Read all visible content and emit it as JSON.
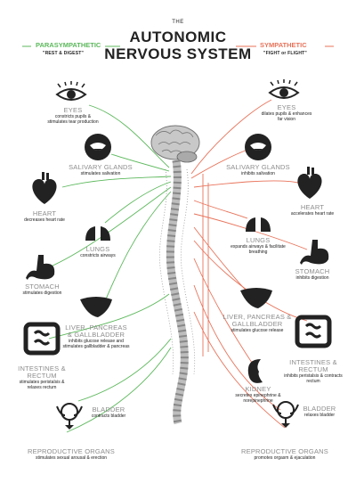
{
  "header": {
    "pre_title": "THE",
    "title_line1": "AUTONOMIC",
    "title_line2": "NERVOUS SYSTEM"
  },
  "parasympathetic": {
    "title": "PARASYMPATHETIC",
    "subtitle": "\"REST & DIGEST\"",
    "color": "#5cb85c",
    "organs": [
      {
        "name": "EYES",
        "desc": "constricts pupils & stimulates tear production",
        "icon": "eye-icon"
      },
      {
        "name": "SALIVARY GLANDS",
        "desc": "stimulates salivation",
        "icon": "mouth-icon"
      },
      {
        "name": "HEART",
        "desc": "decreases heart rate",
        "icon": "heart-icon"
      },
      {
        "name": "LUNGS",
        "desc": "constricts airways",
        "icon": "lungs-icon"
      },
      {
        "name": "STOMACH",
        "desc": "stimulates digestion",
        "icon": "stomach-icon"
      },
      {
        "name": "LIVER, PANCREAS & GALLBLADDER",
        "desc": "inhibits glucose release and stimulates gallbladder & pancreas",
        "icon": "liver-icon"
      },
      {
        "name": "INTESTINES & RECTUM",
        "desc": "stimulates peristalsis & relaxes rectum",
        "icon": "intestines-icon"
      },
      {
        "name": "BLADDER",
        "desc": "contracts bladder",
        "icon": "bladder-icon"
      },
      {
        "name": "REPRODUCTIVE ORGANS",
        "desc": "stimulates sexual arousal & erection",
        "icon": "reproductive-icon"
      }
    ]
  },
  "sympathetic": {
    "title": "SYMPATHETIC",
    "subtitle": "\"FIGHT or FLIGHT\"",
    "color": "#e8735a",
    "organs": [
      {
        "name": "EYES",
        "desc": "dilates pupils & enhances far vision",
        "icon": "eye-icon"
      },
      {
        "name": "SALIVARY GLANDS",
        "desc": "inhibits salivation",
        "icon": "mouth-icon"
      },
      {
        "name": "HEART",
        "desc": "accelerates heart rate",
        "icon": "heart-icon"
      },
      {
        "name": "LUNGS",
        "desc": "expands airways & facilitate breathing",
        "icon": "lungs-icon"
      },
      {
        "name": "STOMACH",
        "desc": "inhibits digestion",
        "icon": "stomach-icon"
      },
      {
        "name": "LIVER, PANCREAS & GALLBLADDER",
        "desc": "stimulates glucose release",
        "icon": "liver-icon"
      },
      {
        "name": "INTESTINES & RECTUM",
        "desc": "inhibits peristalsis & contracts rectum",
        "icon": "intestines-icon"
      },
      {
        "name": "KIDNEY",
        "desc": "secretes epinephrine & norepinephrine",
        "icon": "kidney-icon"
      },
      {
        "name": "BLADDER",
        "desc": "relaxes bladder",
        "icon": "bladder-icon"
      },
      {
        "name": "REPRODUCTIVE ORGANS",
        "desc": "promotes orgasm & ejaculation",
        "icon": "reproductive-icon"
      }
    ]
  }
}
